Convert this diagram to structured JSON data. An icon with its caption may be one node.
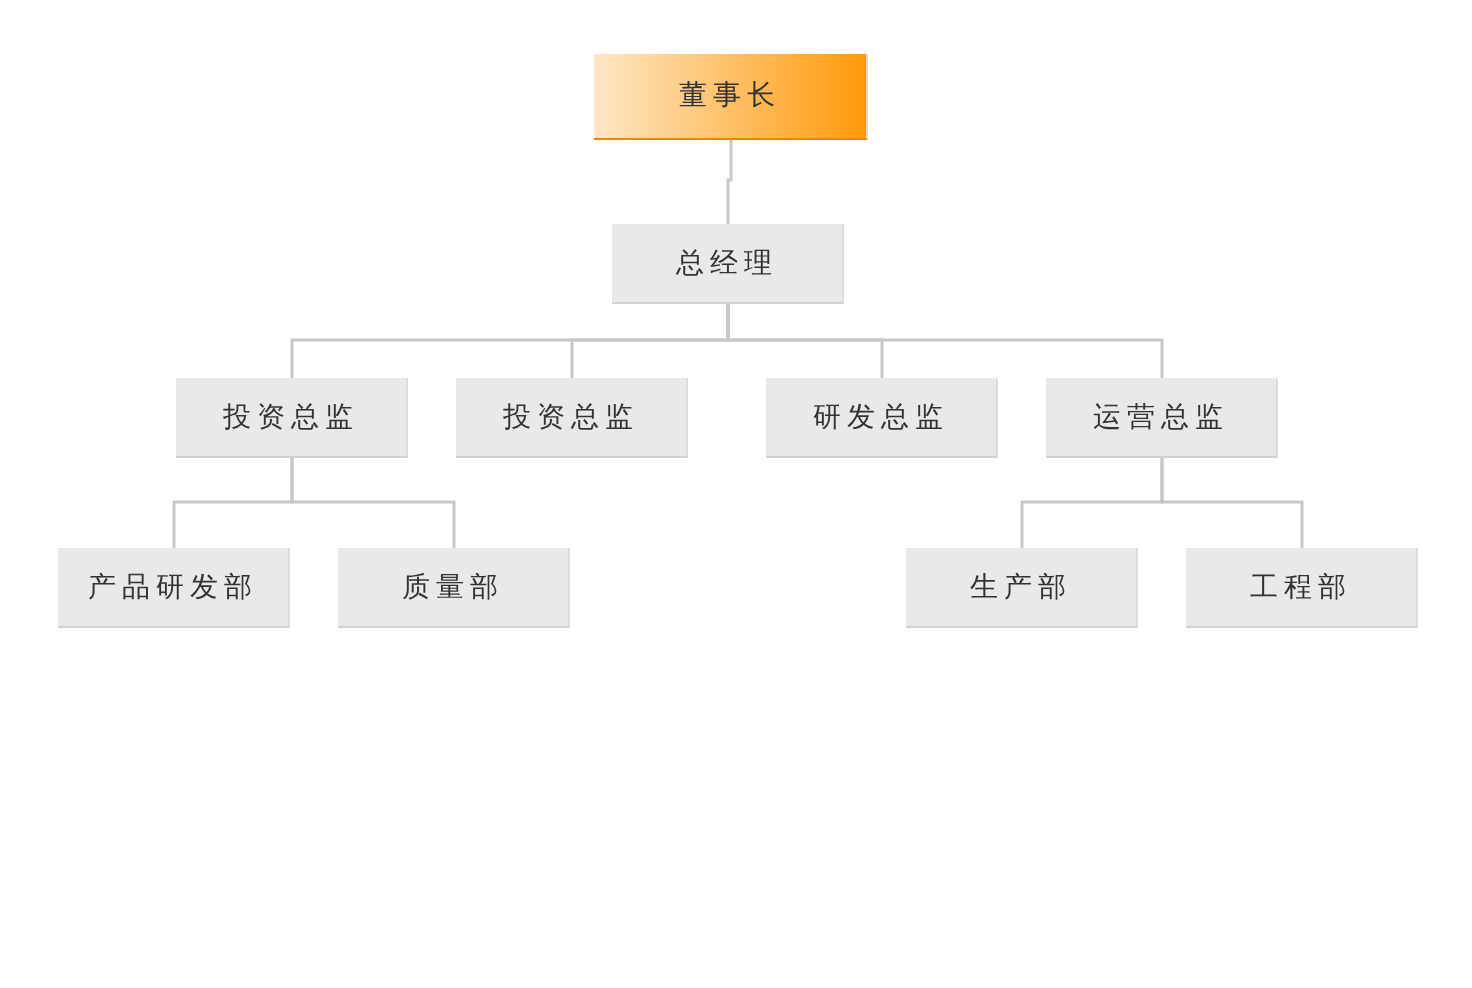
{
  "diagram": {
    "nodes": [
      {
        "text": [
          "董事长"
        ]
      },
      {
        "text": [
          "总经理"
        ]
      },
      {
        "text": [
          "投资总监"
        ]
      },
      {
        "text": [
          "投资总监"
        ]
      },
      {
        "text": [
          "研发总监"
        ]
      },
      {
        "text": [
          "运营总监"
        ]
      },
      {
        "text": [
          "产品研发部"
        ]
      },
      {
        "text": [
          "质量部"
        ]
      },
      {
        "text": [
          "生产部"
        ]
      },
      {
        "text": [
          "工程部"
        ]
      }
    ],
    "edges": [
      {
        "from": 0,
        "to": 1,
        "arrow": "none"
      },
      {
        "from": 1,
        "to": 2,
        "arrow": "none"
      },
      {
        "from": 1,
        "to": 3,
        "arrow": "none"
      },
      {
        "from": 1,
        "to": 4,
        "arrow": "none"
      },
      {
        "from": 1,
        "to": 5,
        "arrow": "none"
      },
      {
        "from": 2,
        "to": 6,
        "arrow": "none"
      },
      {
        "from": 2,
        "to": 7,
        "arrow": "none"
      },
      {
        "from": 5,
        "to": 8,
        "arrow": "none"
      },
      {
        "from": 5,
        "to": 9,
        "arrow": "none"
      }
    ]
  }
}
